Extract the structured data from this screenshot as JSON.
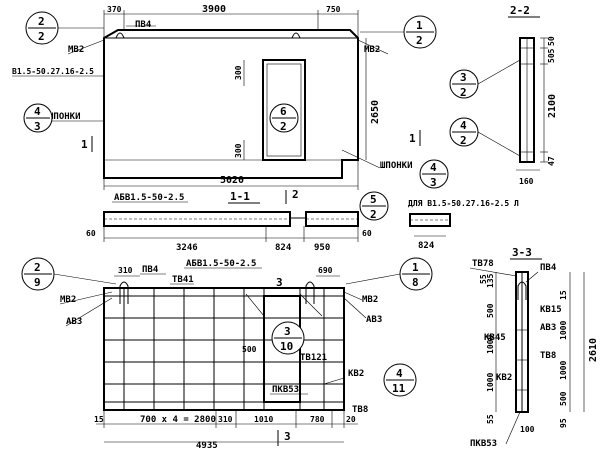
{
  "sheet": {
    "callouts": [
      {
        "id": "c-top-left",
        "top": "2",
        "bottom": "2"
      },
      {
        "id": "c-top-right",
        "top": "1",
        "bottom": "2"
      },
      {
        "id": "c-opening",
        "top": "6",
        "bottom": "2"
      },
      {
        "id": "c-key-left",
        "top": "4",
        "bottom": "3"
      },
      {
        "id": "c-key-right",
        "top": "4",
        "bottom": "3"
      },
      {
        "id": "c-sec22-top",
        "top": "3",
        "bottom": "2"
      },
      {
        "id": "c-sec22-bot",
        "top": "4",
        "bottom": "2"
      },
      {
        "id": "c-sec11",
        "top": "5",
        "bottom": "2"
      },
      {
        "id": "c-frame-left",
        "top": "2",
        "bottom": "9"
      },
      {
        "id": "c-frame-right",
        "top": "1",
        "bottom": "8"
      },
      {
        "id": "c-frame-mid",
        "top": "3",
        "bottom": "10"
      },
      {
        "id": "c-frame-kv2",
        "top": "4",
        "bottom": "11"
      }
    ],
    "labels": {
      "mb2_left": "МВ2",
      "mb2_right": "МВ2",
      "pv4_top": "ПВ4",
      "panel_mark": "В1.5-50.27.16-2.5",
      "key_left": "ШПОНКИ",
      "key_right": "ШПОНКИ",
      "sec1_mark_left": "1",
      "sec1_mark_right": "1",
      "sec2_mark": "2",
      "sec_1_1": "1-1",
      "sec_2_2": "2-2",
      "sec_3_3": "3-3",
      "abv_top": "АБВ1.5-50-2.5",
      "abv_mid": "АБВ1.5-50-2.5",
      "dlya": "ДЛЯ В1.5-50.27.16-2.5 Л",
      "f_mb2_left": "МВ2",
      "f_av3_left": "АВ3",
      "f_pv4": "ПВ4",
      "f_tv41": "ТВ41",
      "f_mb2_right": "МВ2",
      "f_av3_right": "АВ3",
      "f_tv121": "ТВ121",
      "f_kv2": "КВ2",
      "f_pkv53": "ПКВ53",
      "f_tv8": "ТВ8",
      "f_sec3": "3",
      "f_sec3b": "3",
      "s3_tv78": "ТВ78",
      "s3_pv4": "ПВ4",
      "s3_kv15": "КВ15",
      "s3_av3": "АВ3",
      "s3_kv45": "КВ45",
      "s3_tv8": "ТВ8",
      "s3_kv2": "КВ2",
      "s3_pkv53": "ПКВ53"
    },
    "dims": {
      "d370": "370",
      "d3900": "3900",
      "d750": "750",
      "d5020": "5020",
      "d2650": "2650",
      "d300a": "300",
      "d300b": "300",
      "d3246": "3246",
      "d824": "824",
      "d950": "950",
      "d60a": "60",
      "d60b": "60",
      "d824b": "824",
      "s22_50": "50",
      "s22_505": "505",
      "s22_2100": "2100",
      "s22_47": "47",
      "s22_160": "160",
      "f310": "310",
      "f690": "690",
      "f15": "15",
      "f700x4": "700 x 4 = 2800",
      "f310b": "310",
      "f1010": "1010",
      "f780": "780",
      "f20": "20",
      "f4935": "4935",
      "f500": "500",
      "s33_55a": "55",
      "s33_135": "135",
      "s33_500a": "500",
      "s33_1000a": "1000",
      "s33_1000b": "1000",
      "s33_55b": "55",
      "s33_15": "15",
      "s33_1000c": "1000",
      "s33_1000d": "1000",
      "s33_500b": "500",
      "s33_95": "95",
      "s33_2610": "2610",
      "s33_100": "100"
    }
  }
}
